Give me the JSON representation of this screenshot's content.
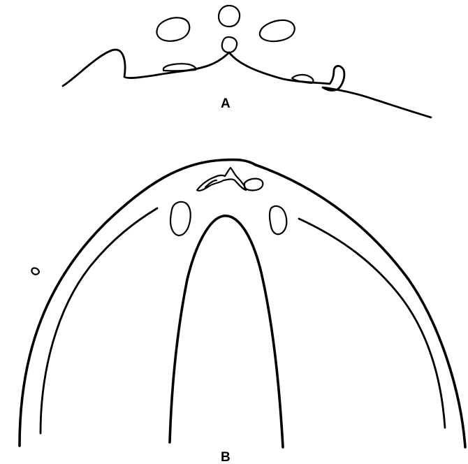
{
  "figure": {
    "panels": [
      {
        "id": "A",
        "label": "A"
      },
      {
        "id": "B",
        "label": "B"
      }
    ]
  }
}
